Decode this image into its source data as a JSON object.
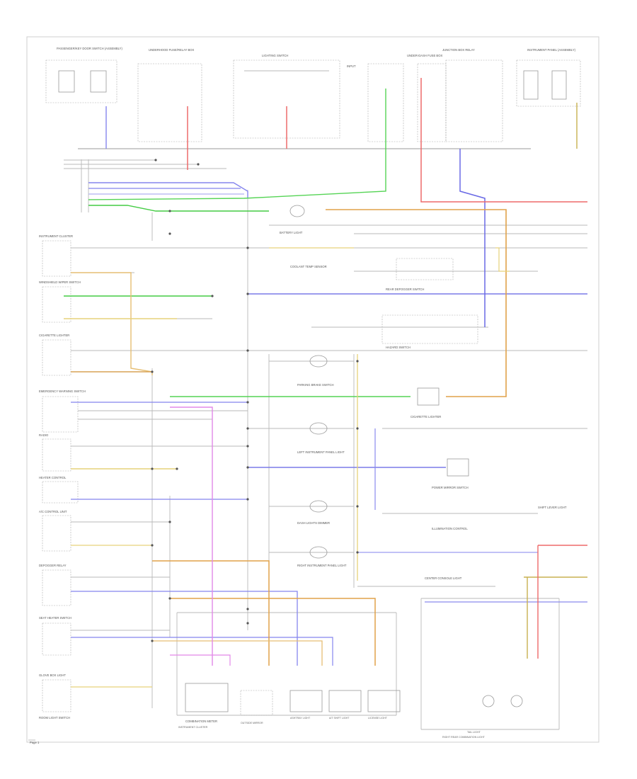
{
  "diagram": {
    "labels": {
      "top": [
        "PASSENGER/KEY DOOR SWITCH (ASSEMBLY)",
        "UNDERHOOD FUSE/RELAY BOX",
        "LIGHTING SWITCH",
        "INPUT",
        "UNDER-DASH FUSE BOX",
        "JUNCTION BOX RELAY",
        "INSTRUMENT PANEL (ASSEMBLY)"
      ],
      "left": [
        "INSTRUMENT CLUSTER",
        "WINDSHIELD WIPER SWITCH",
        "CIGARETTE LIGHTER",
        "EMERGENCY WARNING SWITCH",
        "RADIO",
        "HEATER CONTROL",
        "A/C CONTROL UNIT",
        "DEFOGGER RELAY",
        "SEAT HEATER SWITCH",
        "GLOVE BOX LIGHT",
        "ROOM LIGHT SWITCH"
      ],
      "middle": [
        "BATTERY LIGHT",
        "COOLANT TEMP SENSOR",
        "REAR DEFOGGER SWITCH",
        "HAZARD SWITCH",
        "PARKING BRAKE SWITCH",
        "LEFT INSTRUMENT PANEL LIGHT",
        "DASH LIGHTS DIMMER",
        "RIGHT INSTRUMENT PANEL LIGHT",
        "CENTER CONSOLE LIGHT"
      ],
      "right": [
        "CIGARETTE LIGHTER",
        "POWER MIRROR SWITCH",
        "ILLUMINATION CONTROL",
        "SHIFT LEVER LIGHT"
      ],
      "bottom": [
        "COMBINATION METER",
        "INSTRUMENT CLUSTER",
        "OUTSIDE MIRROR",
        "ASHTRAY LIGHT",
        "A/T SHIFT LIGHT",
        "LICENSE LIGHT",
        "TAIL LIGHT",
        "RIGHT REAR COMBINATION LIGHT"
      ]
    },
    "footer": "Page 1"
  }
}
